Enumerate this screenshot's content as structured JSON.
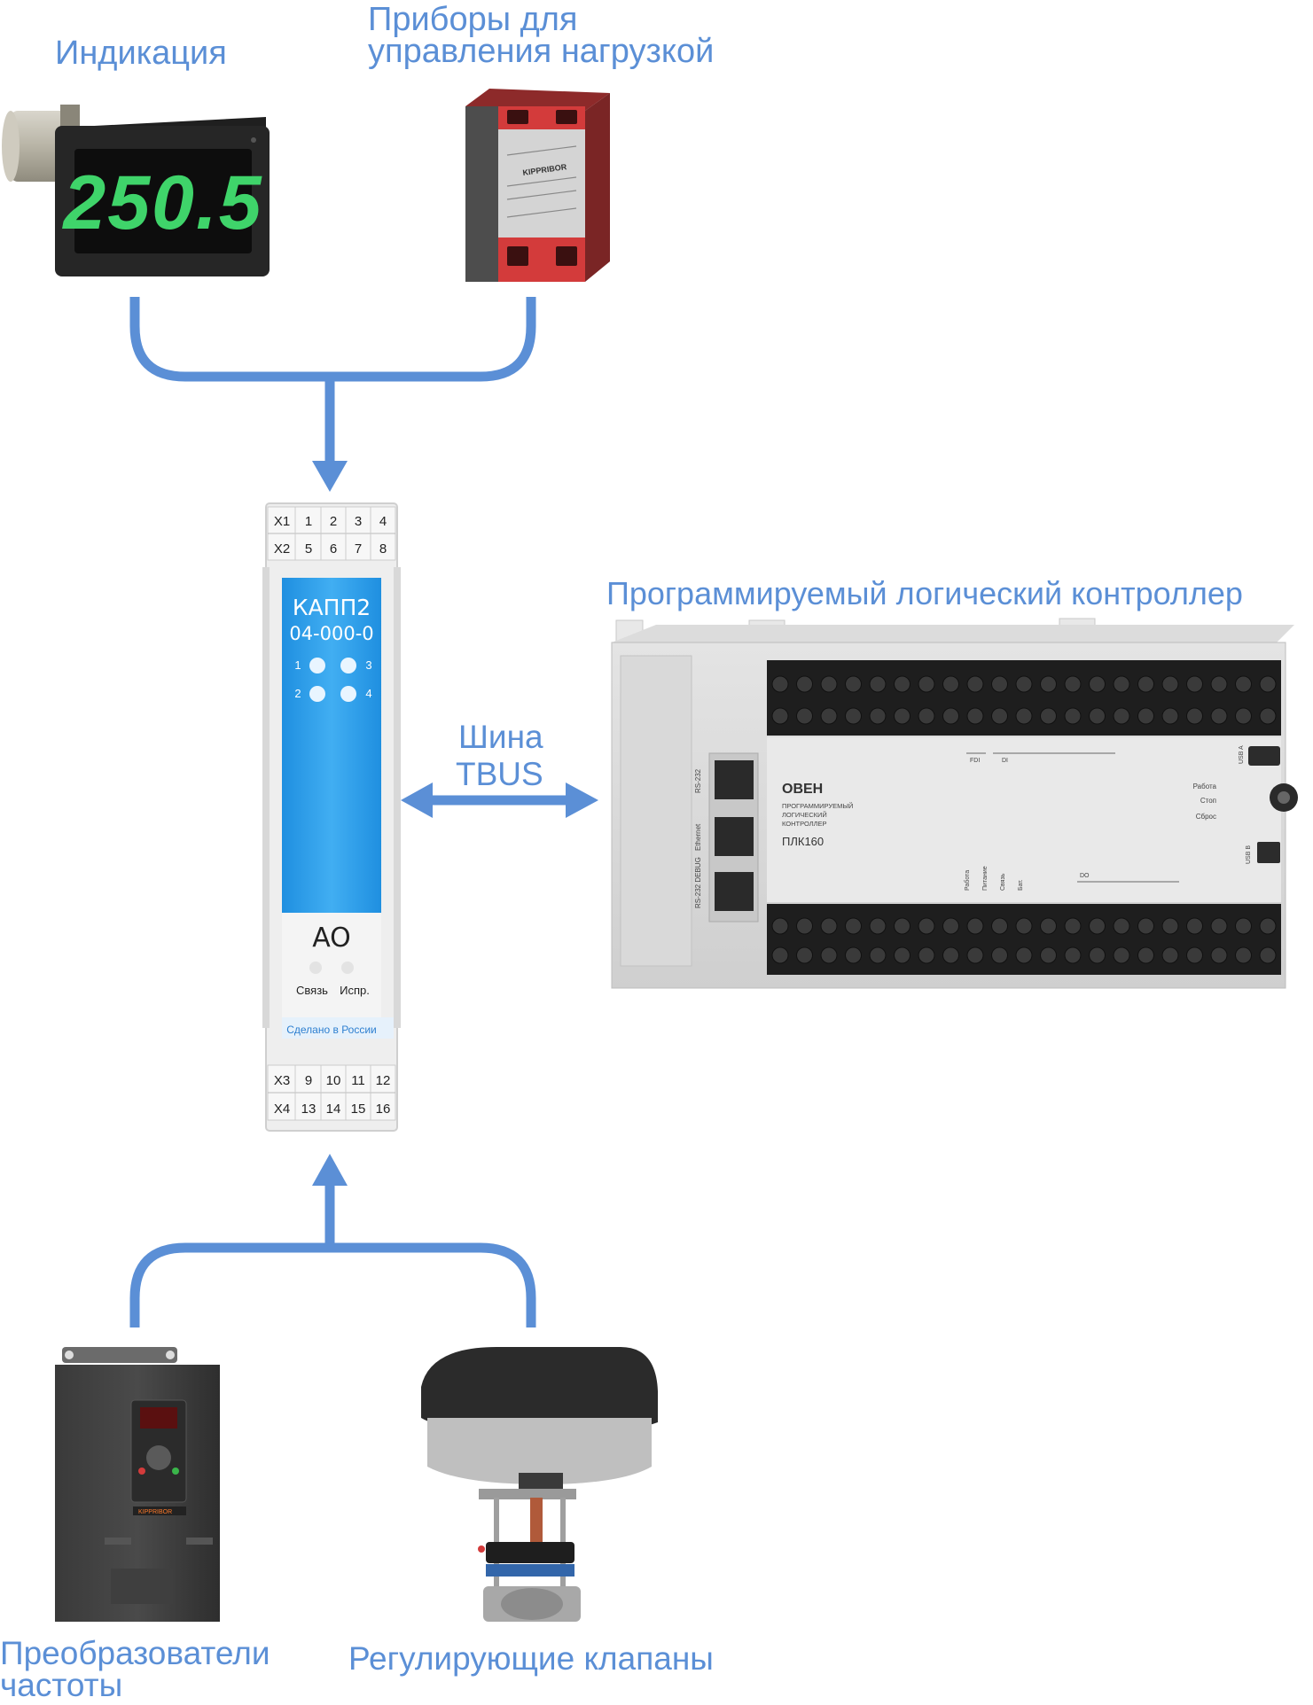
{
  "labels": {
    "indication": "Индикация",
    "load_control_line1": "Приборы для",
    "load_control_line2": "управления нагрузкой",
    "plc": "Программируемый логический контроллер",
    "bus_line1": "Шина",
    "bus_line2": "TBUS",
    "freq_line1": "Преобразователи",
    "freq_line2": "частоты",
    "valves": "Регулирующие клапаны"
  },
  "indicator": {
    "display": "250.5"
  },
  "relay": {
    "brand": "KIPPRIBOR"
  },
  "module": {
    "name": "КАПП2",
    "code": "04-000-0",
    "type": "AO",
    "status_link": "Связь",
    "status_fault": "Испр.",
    "made_in": "Сделано в России",
    "top_row1": [
      "X1",
      "1",
      "2",
      "3",
      "4"
    ],
    "top_row2": [
      "X2",
      "5",
      "6",
      "7",
      "8"
    ],
    "bottom_row1": [
      "X3",
      "9",
      "10",
      "11",
      "12"
    ],
    "bottom_row2": [
      "X4",
      "13",
      "14",
      "15",
      "16"
    ],
    "leds_left": [
      "1",
      "2"
    ],
    "leds_right": [
      "3",
      "4"
    ]
  },
  "plc": {
    "brand": "ОВЕН",
    "desc1": "ПРОГРАММИРУЕМЫЙ",
    "desc2": "ЛОГИЧЕСКИЙ",
    "desc3": "КОНТРОЛЛЕР",
    "model": "ПЛК160",
    "port1": "RS-232",
    "port2": "Ethernet",
    "port3": "RS-232 DEBUG",
    "usb_a": "USB A",
    "usb_b": "USB B",
    "btn_run": "Работа",
    "btn_stop": "Стоп",
    "btn_reset": "Сброс",
    "fdi": "FDI",
    "di": "DI",
    "do": "DO",
    "status1": "Работа",
    "status2": "Питание",
    "status3": "Связь",
    "status4": "Бат."
  },
  "inverter": {
    "brand": "KIPPRIBOR"
  },
  "colors": {
    "accent": "#5b8fd6",
    "module_blue": "#2d9be8",
    "display_green": "#3fd46a"
  }
}
